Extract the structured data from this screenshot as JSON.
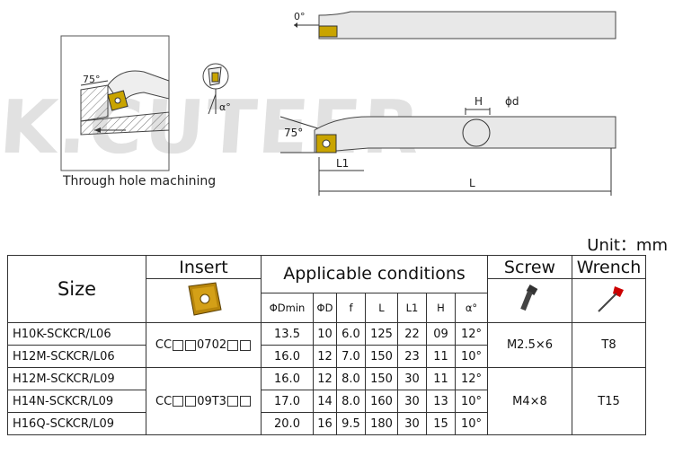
{
  "watermark": "K.CUTEER",
  "drawing": {
    "caption": "Through hole machining",
    "angle_entry": "75°",
    "angle_zero": "0°",
    "angle_side": "75°",
    "alpha": "α°",
    "label_h": "H",
    "label_phid": "ϕd",
    "label_l1": "L1",
    "label_l": "L"
  },
  "unit_label": "Unit：mm",
  "table": {
    "headers": {
      "size": "Size",
      "insert": "Insert",
      "conditions": "Applicable conditions",
      "screw": "Screw",
      "wrench": "Wrench"
    },
    "sub_headers": [
      "ΦDmin",
      "ΦD",
      "f",
      "L",
      "L1",
      "H",
      "α°"
    ],
    "groups": [
      {
        "insert_prefix": "CC",
        "insert_mid": "0702",
        "insert_suffix": "",
        "screw": "M2.5×6",
        "wrench": "T8",
        "rows": [
          {
            "size": "H10K-SCKCR/L06",
            "dmin": "13.5",
            "d": "10",
            "f": "6.0",
            "l": "125",
            "l1": "22",
            "h": "09",
            "alpha": "12°"
          },
          {
            "size": "H12M-SCKCR/L06",
            "dmin": "16.0",
            "d": "12",
            "f": "7.0",
            "l": "150",
            "l1": "23",
            "h": "11",
            "alpha": "10°"
          }
        ]
      },
      {
        "insert_prefix": "CC",
        "insert_mid": "09T3",
        "insert_suffix": "",
        "screw": "M4×8",
        "wrench": "T15",
        "rows": [
          {
            "size": "H12M-SCKCR/L09",
            "dmin": "16.0",
            "d": "12",
            "f": "8.0",
            "l": "150",
            "l1": "30",
            "h": "11",
            "alpha": "12°"
          },
          {
            "size": "H14N-SCKCR/L09",
            "dmin": "17.0",
            "d": "14",
            "f": "8.0",
            "l": "160",
            "l1": "30",
            "h": "13",
            "alpha": "10°"
          },
          {
            "size": "H16Q-SCKCR/L09",
            "dmin": "20.0",
            "d": "16",
            "f": "9.5",
            "l": "180",
            "l1": "30",
            "h": "15",
            "alpha": "10°"
          }
        ]
      }
    ]
  }
}
